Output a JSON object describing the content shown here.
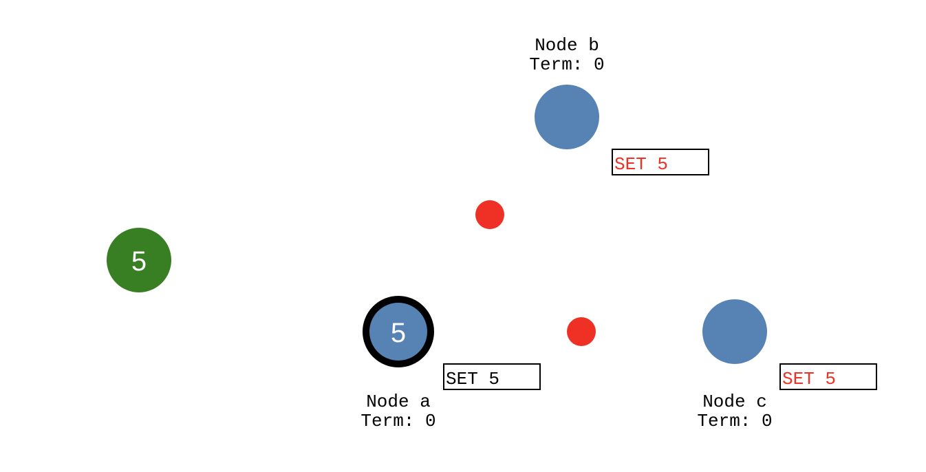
{
  "colors": {
    "node_fill": "#5683b3",
    "client_fill": "#377f22",
    "message_fill": "#ee3124",
    "leader_ring": "#000000",
    "log_uncommitted": "#ee3124",
    "log_committed": "#000000"
  },
  "client": {
    "value": "5"
  },
  "nodes": {
    "a": {
      "name": "Node a",
      "term": "Term: 0",
      "value": "5",
      "is_leader": true,
      "log": {
        "entry": "SET 5",
        "committed": true
      }
    },
    "b": {
      "name": "Node b",
      "term": "Term: 0",
      "value": "",
      "is_leader": false,
      "log": {
        "entry": "SET 5",
        "committed": false
      }
    },
    "c": {
      "name": "Node c",
      "term": "Term: 0",
      "value": "",
      "is_leader": false,
      "log": {
        "entry": "SET 5",
        "committed": false
      }
    }
  },
  "messages": [
    {
      "from": "a",
      "to": "b"
    },
    {
      "from": "a",
      "to": "c"
    }
  ]
}
